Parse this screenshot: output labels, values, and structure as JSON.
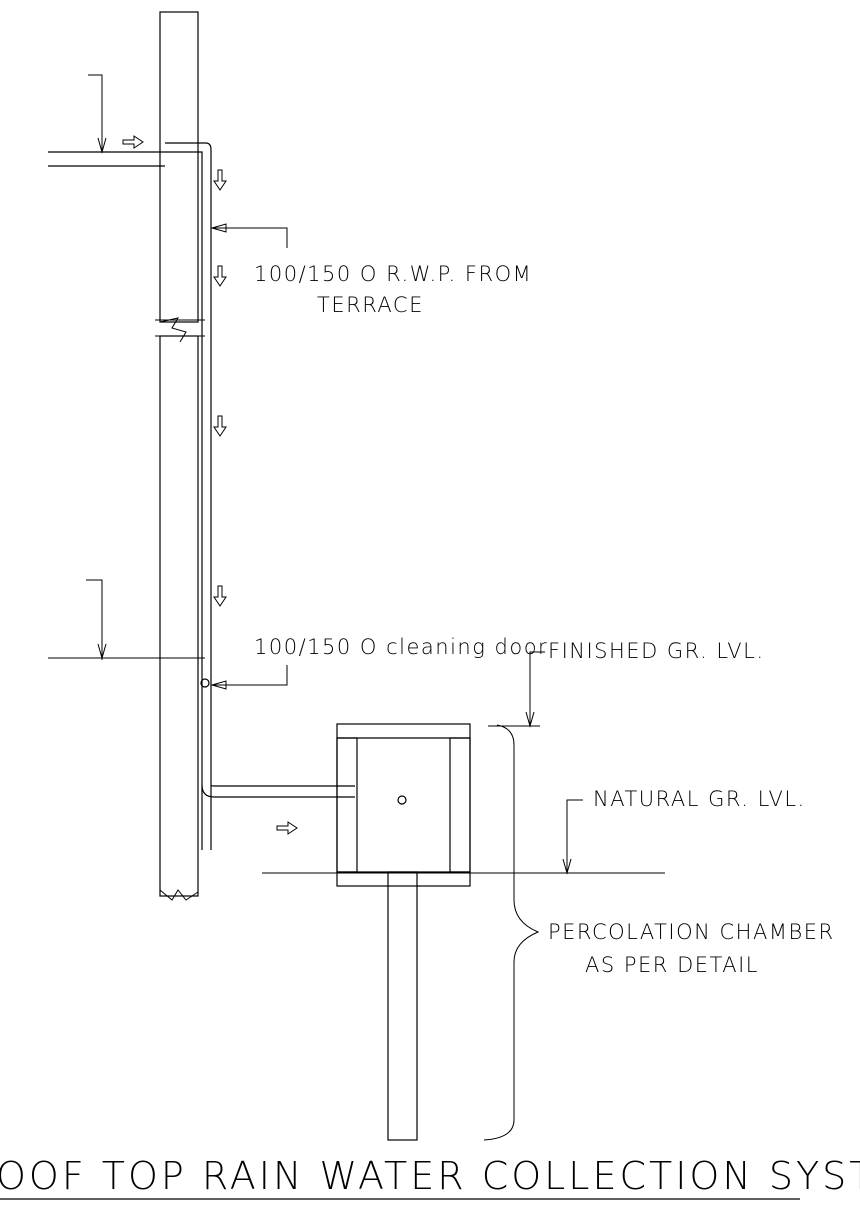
{
  "labels": {
    "rwp_line1": "100/150 O R.W.P. FROM",
    "rwp_line2": "TERRACE",
    "cleaning_door": "100/150 O cleaning door",
    "finished_ground": "FINISHED GR. LVL.",
    "natural_ground": "NATURAL GR. LVL.",
    "percolation_line1": "PERCOLATION CHAMBER",
    "percolation_line2": "AS PER DETAIL"
  },
  "title": "OOF TOP RAIN WATER COLLECTION SYSTEM"
}
